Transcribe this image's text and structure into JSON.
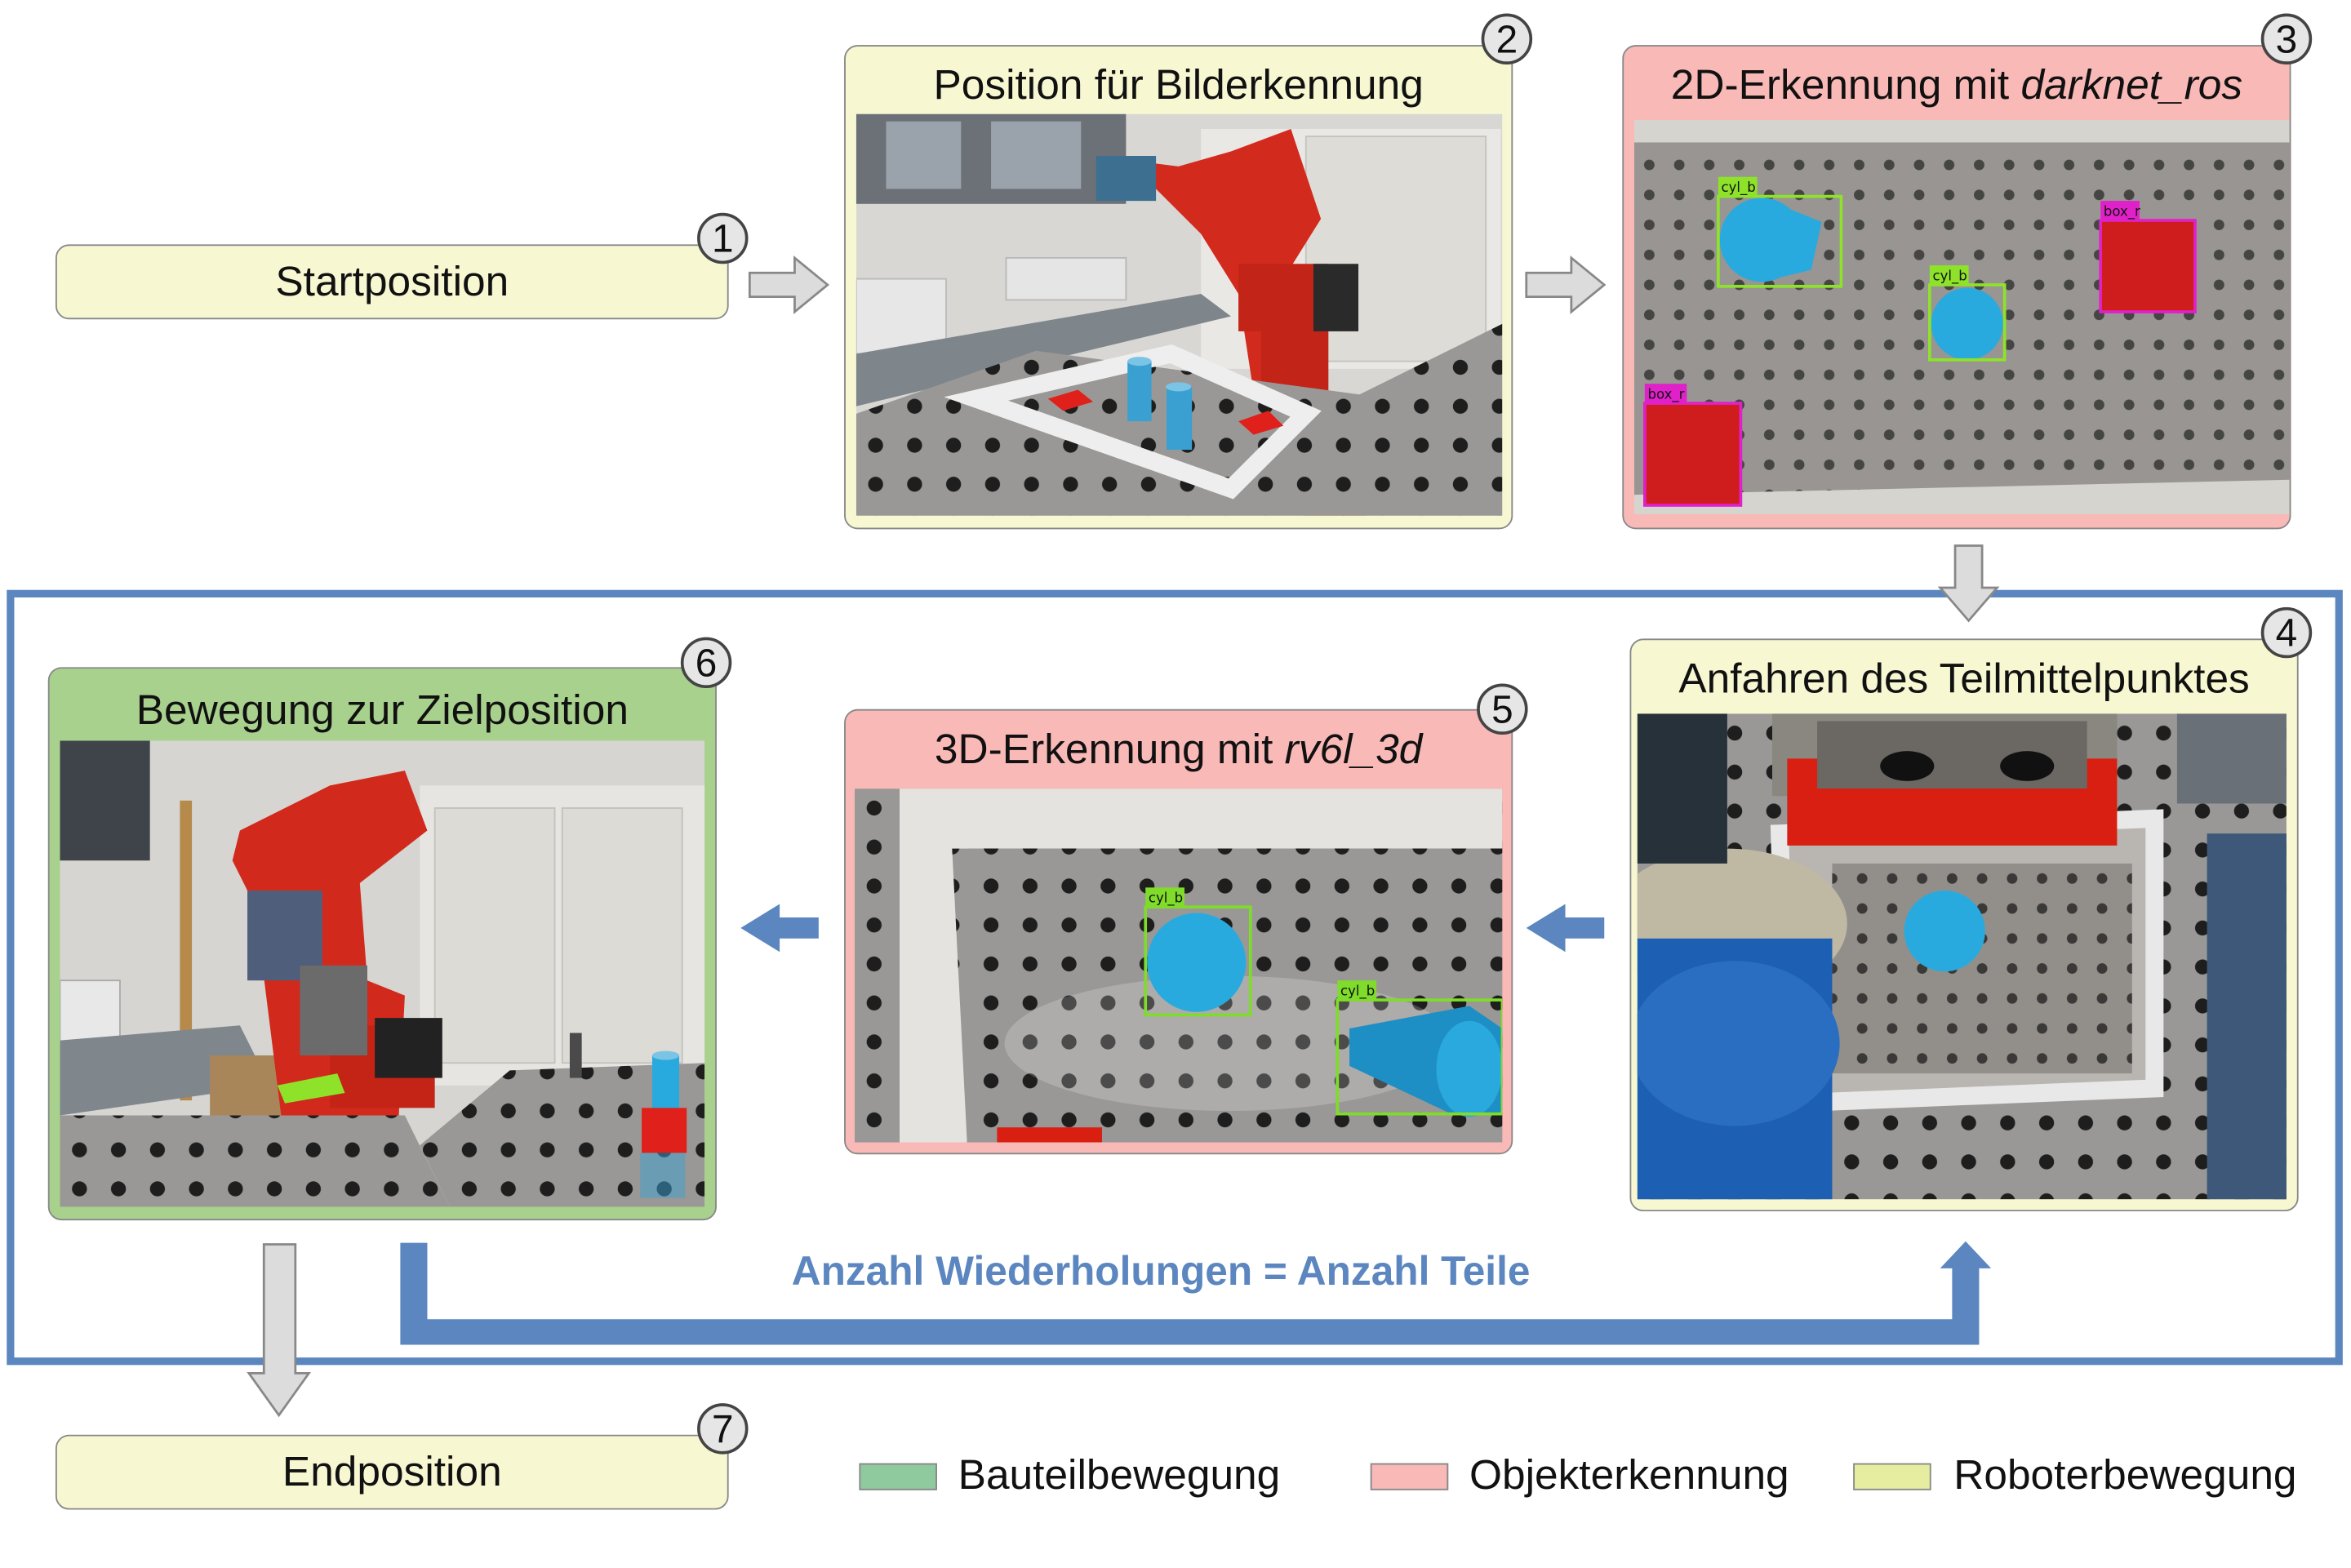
{
  "steps": [
    {
      "number": "1",
      "title": "Startposition"
    },
    {
      "number": "2",
      "title": "Position für Bilderkennung"
    },
    {
      "number": "3",
      "title_prefix": "2D-Erkennung mit ",
      "title_italic": "darknet_ros"
    },
    {
      "number": "4",
      "title": "Anfahren des Teilmittelpunktes"
    },
    {
      "number": "5",
      "title_prefix": "3D-Erkennung mit ",
      "title_italic": "rv6l_3d"
    },
    {
      "number": "6",
      "title": "Bewegung zur Zielposition"
    },
    {
      "number": "7",
      "title": "Endposition"
    }
  ],
  "detections": {
    "cylinder_label": "cyl_b",
    "box_label": "box_r"
  },
  "loop_label": "Anzahl Wiederholungen = Anzahl Teile",
  "legend": [
    {
      "label": "Bauteilbewegung",
      "color": "#8fc99e"
    },
    {
      "label": "Objekterkennung",
      "color": "#f8b9b7"
    },
    {
      "label": "Roboterbewegung",
      "color": "#e6eda0"
    }
  ],
  "colors": {
    "loop_blue": "#5b86bf",
    "arrow_gray": "#d9d9d9",
    "robot_motion_box": "#f7f7d2",
    "detection_box": "#f8b9b7",
    "part_motion_box": "#a9d18e"
  }
}
